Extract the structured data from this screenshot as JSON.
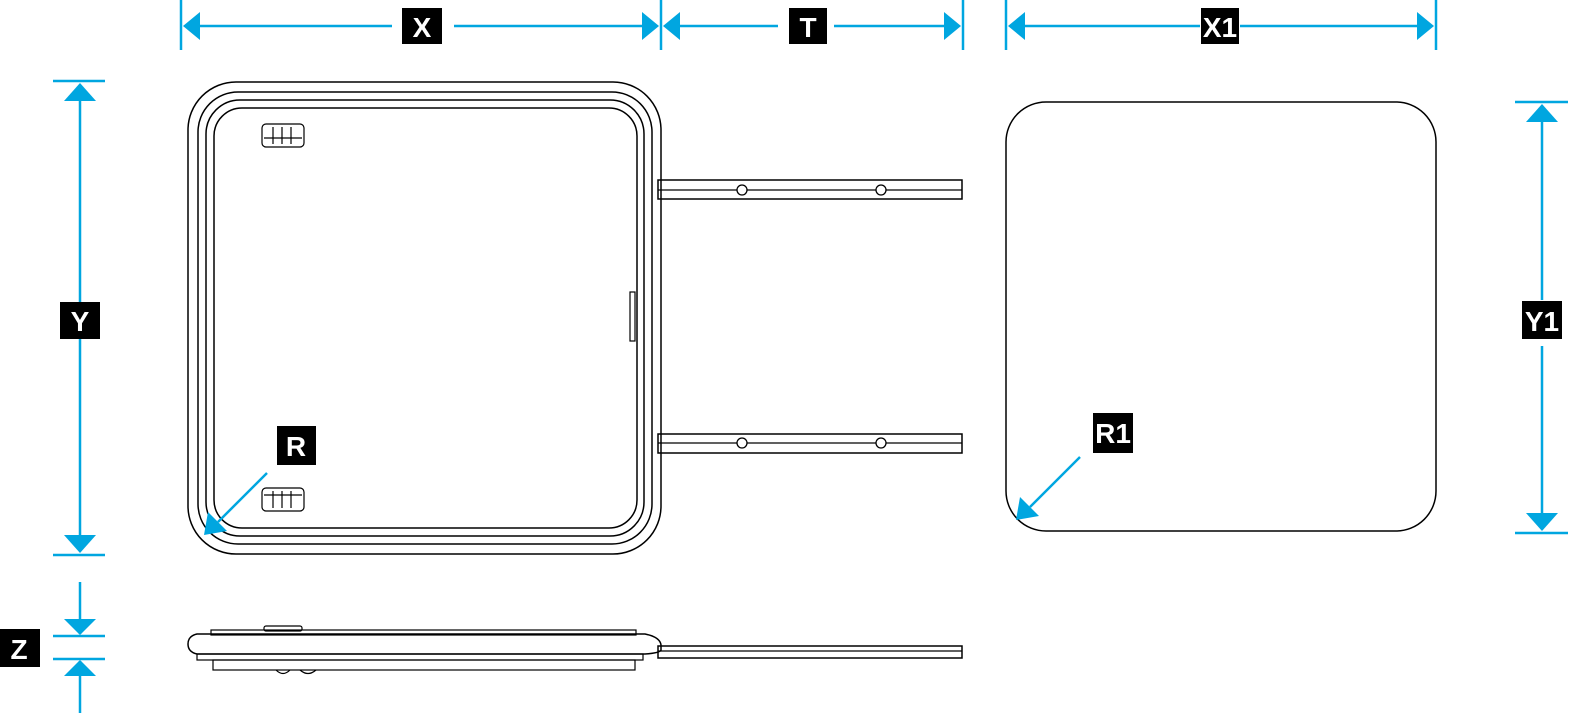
{
  "colors": {
    "dimension": "#00a6e0",
    "outline": "#000000",
    "label_bg": "#000000",
    "label_text": "#ffffff"
  },
  "labels": {
    "x": "X",
    "t": "T",
    "x1": "X1",
    "y": "Y",
    "y1": "Y1",
    "z": "Z",
    "r": "R",
    "r1": "R1"
  }
}
